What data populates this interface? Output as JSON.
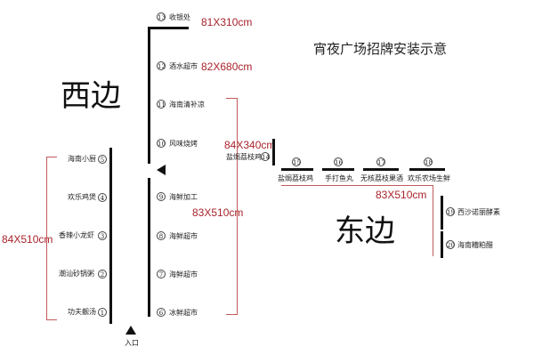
{
  "title": "宵夜广场招牌安装示意",
  "west_label": "西边",
  "east_label": "东边",
  "entrance": "入口",
  "dims": {
    "d13": "81X310cm",
    "d12": "82X680cm",
    "d14": "84X340cm",
    "d_center": "83X510cm",
    "d_left": "84X510cm",
    "d_east": "83X510cm"
  },
  "left_column": [
    {
      "label": "海南小厨",
      "num": "5"
    },
    {
      "label": "欢乐鸡煲",
      "num": "4"
    },
    {
      "label": "香辣小龙虾",
      "num": "3"
    },
    {
      "label": "潮汕砂锅粥",
      "num": "2"
    },
    {
      "label": "功夫靓汤",
      "num": "1"
    }
  ],
  "center_column": [
    {
      "label": "收银处",
      "num": "13"
    },
    {
      "label": "酒水超市",
      "num": "12"
    },
    {
      "label": "海南清补凉",
      "num": "11"
    },
    {
      "label": "风味烧烤",
      "num": "10"
    },
    {
      "label": "海鲜加工",
      "num": "9"
    },
    {
      "label": "海鲜超市",
      "num": "8"
    },
    {
      "label": "海鲜超市",
      "num": "7"
    },
    {
      "label": "冰鲜超市",
      "num": "6"
    }
  ],
  "east_row": [
    {
      "label": "盐焗荔枝鸡",
      "num": "14"
    },
    {
      "label": "盐焗荔枝鸡",
      "num": "15"
    },
    {
      "label": "手打鱼丸",
      "num": "16"
    },
    {
      "label": "无核荔枝果酒",
      "num": "17"
    },
    {
      "label": "欢乐农场生鲜",
      "num": "18"
    }
  ],
  "east_column": [
    {
      "label": "西沙诺丽酵素",
      "num": "19"
    },
    {
      "label": "海南糟粕醋",
      "num": "20"
    }
  ]
}
